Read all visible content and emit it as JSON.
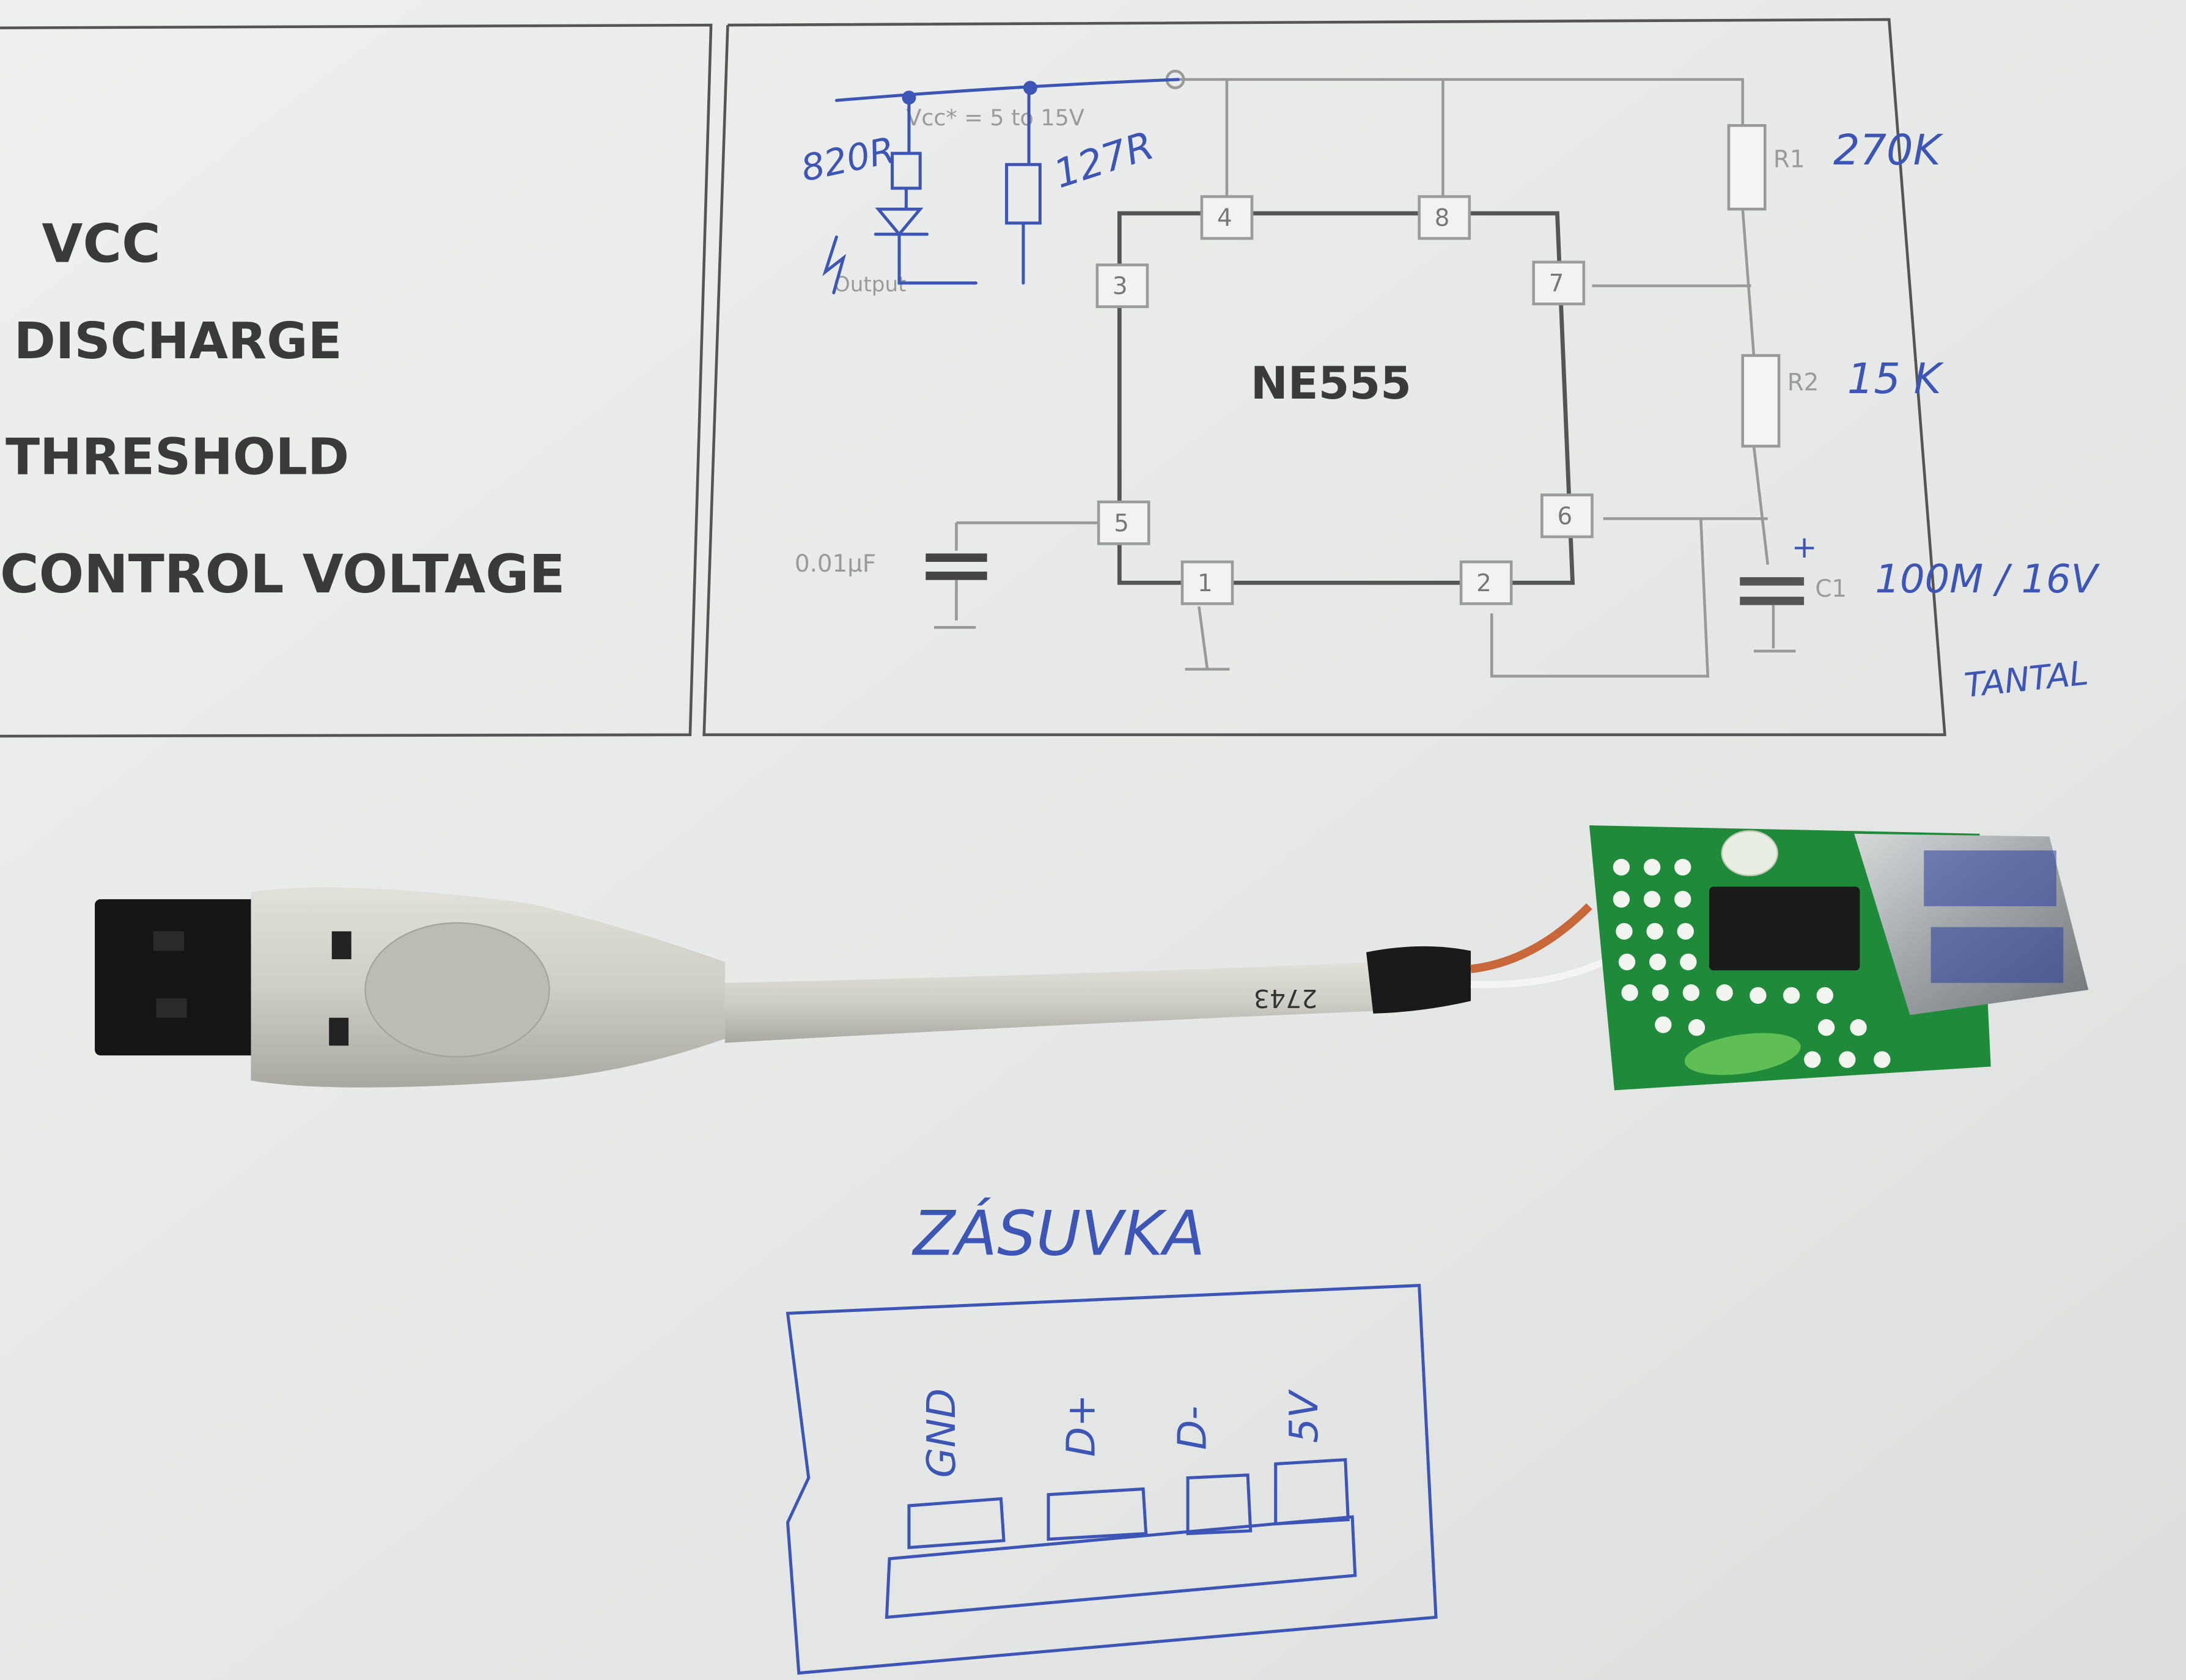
{
  "pin_labels": [
    "VCC",
    "DISCHARGE",
    "THRESHOLD",
    "CONTROL VOLTAGE"
  ],
  "schematic": {
    "chip_label": "NE555",
    "pins": [
      "4",
      "8",
      "3",
      "7",
      "5",
      "6",
      "1",
      "2"
    ],
    "vcc_label": "Vcc* = 5 to 15V",
    "output_label": "Output",
    "r1_label": "R1",
    "r2_label": "R2",
    "c1_label": "C1",
    "cap_label": "0.01µF",
    "plus_sign": "+"
  },
  "handwritten": {
    "r_led": "820R",
    "r_out": "127R",
    "r1_value": "270K",
    "r2_value": "15 K",
    "c1_value": "100M / 16V",
    "c1_type": "TANTAL",
    "socket_title": "ZÁSUVKA",
    "socket_pins": [
      "GND",
      "D+",
      "D-",
      "5V"
    ]
  },
  "cable_print": "2743",
  "colors": {
    "paper": "#e9ebea",
    "pen": "#3d55b5",
    "pcb": "#1e8a3a",
    "cable": "#cfcec6"
  }
}
